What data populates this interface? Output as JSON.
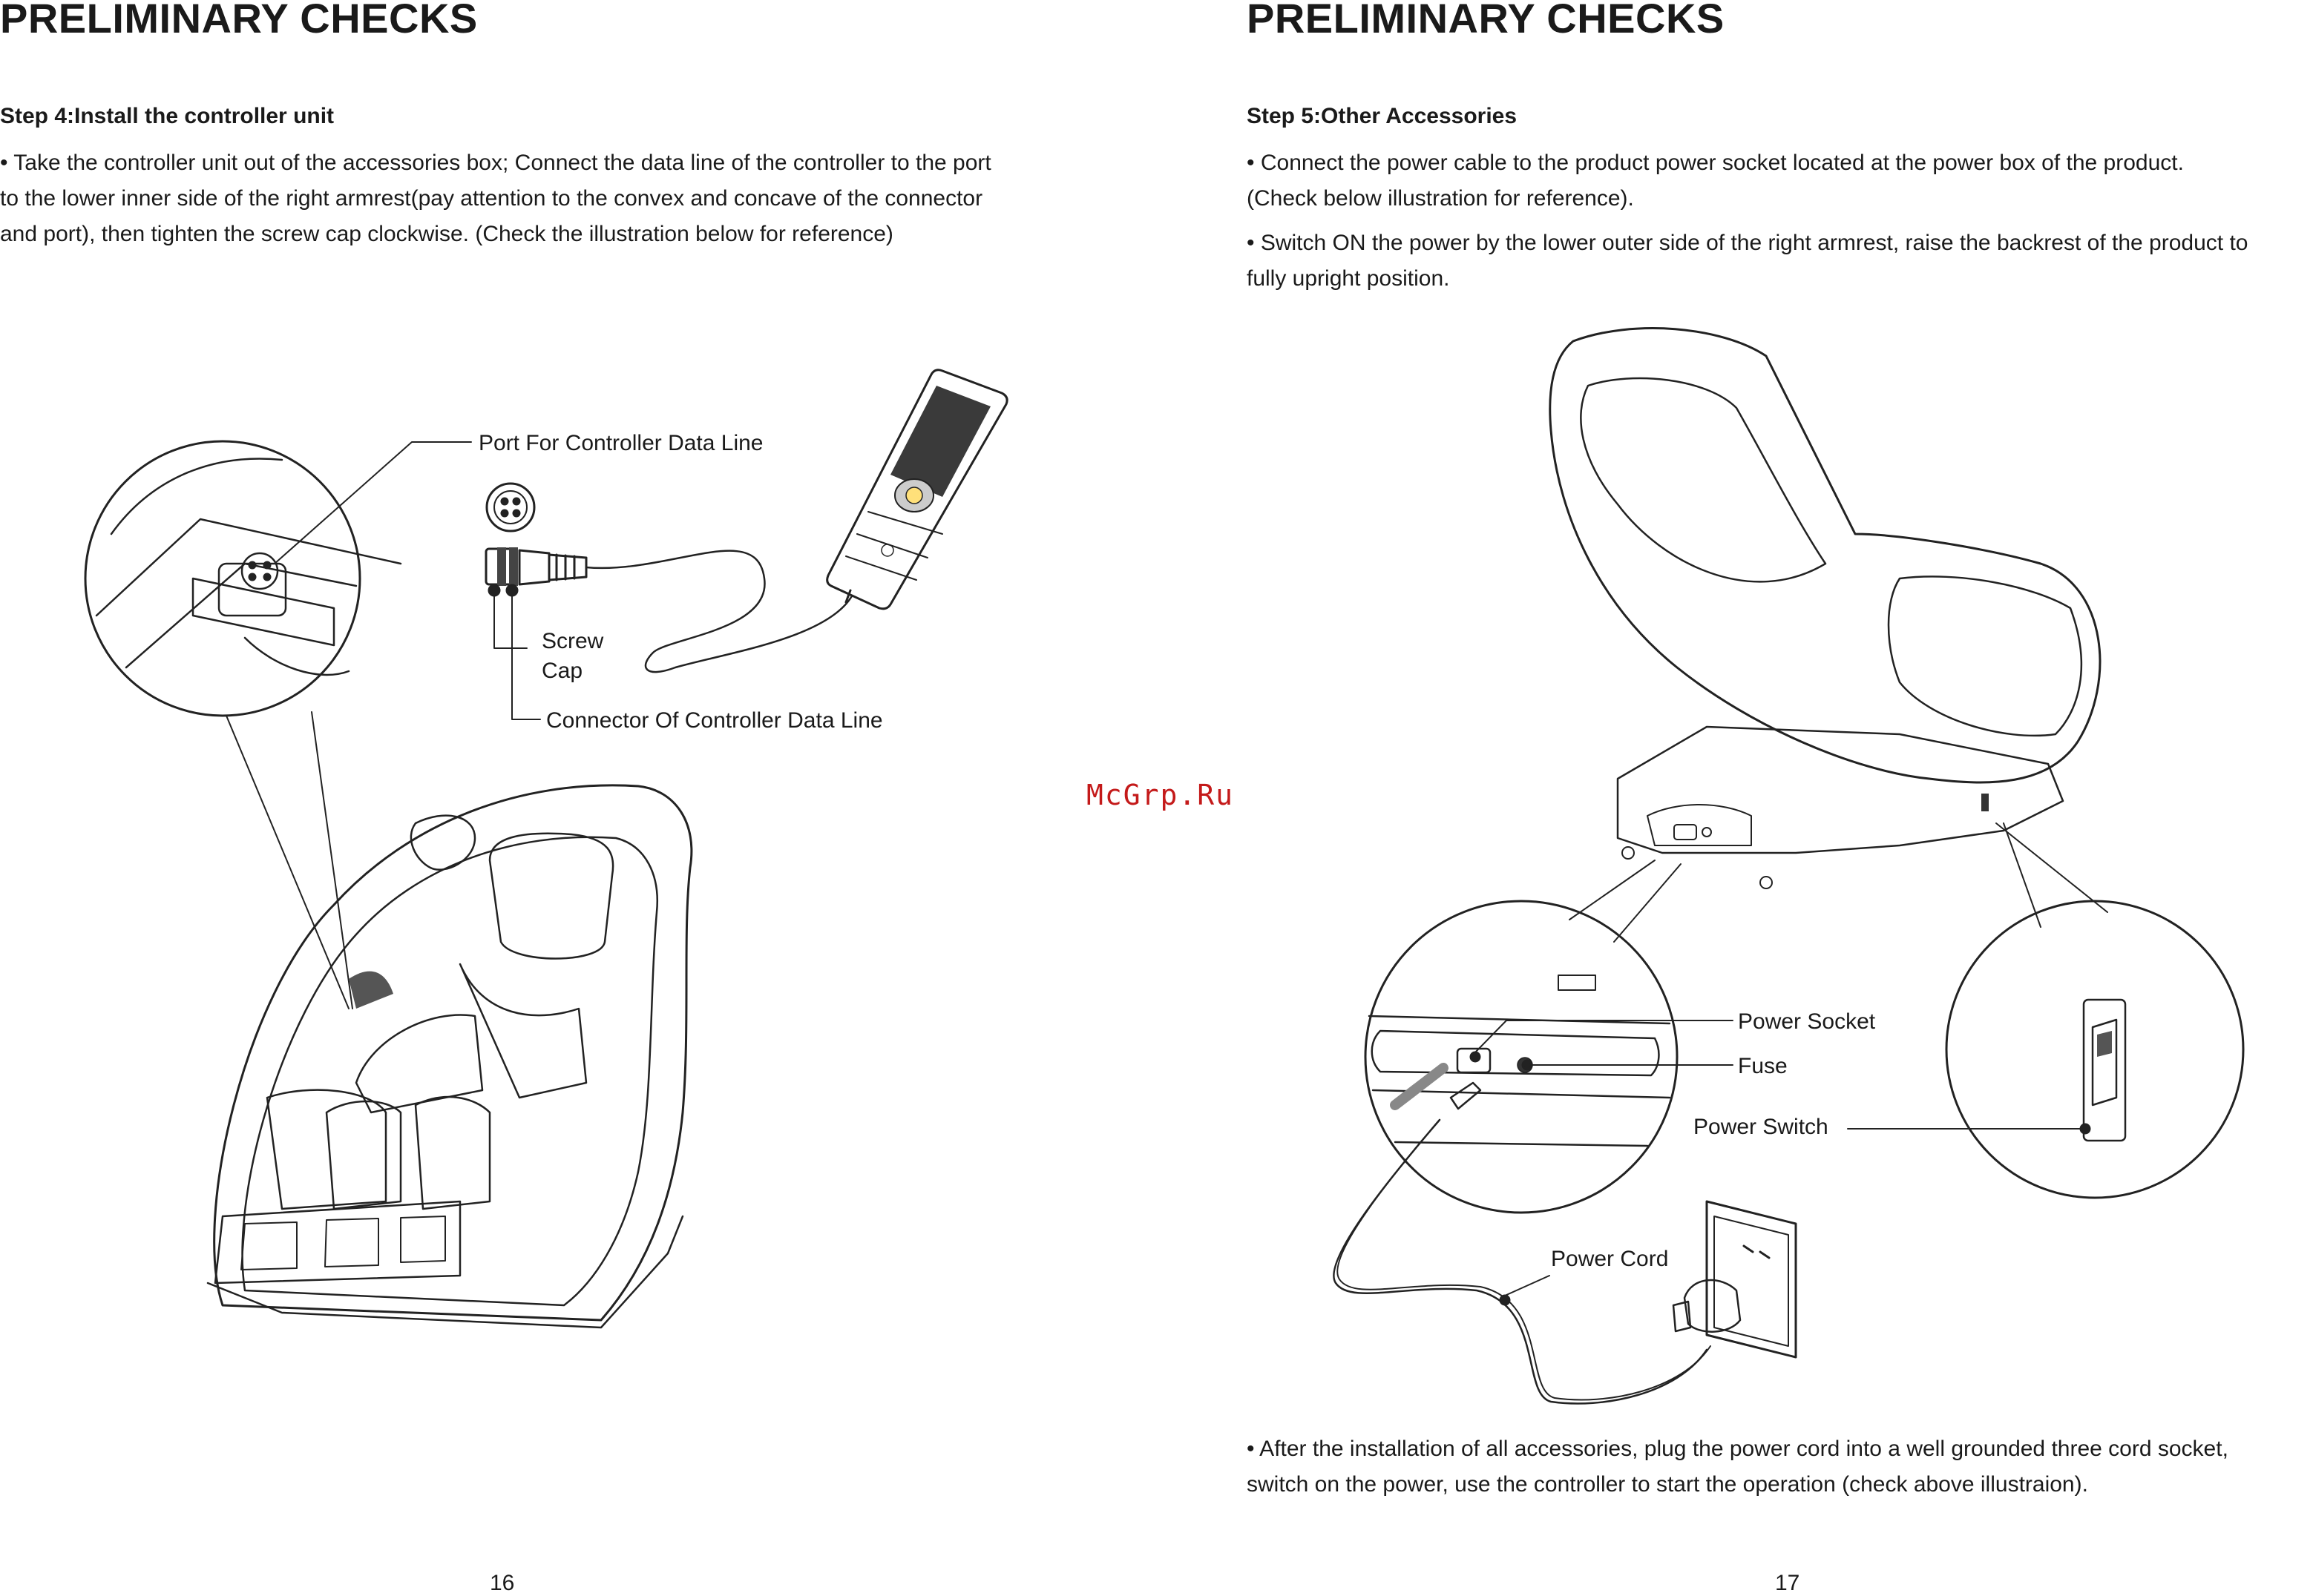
{
  "left_page": {
    "heading": "PRELIMINARY CHECKS",
    "step_title": "Step 4:Install the controller unit",
    "paragraph_lines": [
      "• Take the controller unit out of the accessories box; Connect the data line of the controller to the port",
      "to the lower inner side of the right armrest(pay attention to the convex and concave of the connector",
      "and port), then tighten the screw cap clockwise. (Check the illustration below for reference)"
    ],
    "labels": {
      "port": "Port For Controller Data Line",
      "screw_line1": "Screw",
      "screw_line2": "Cap",
      "connector": "Connector Of Controller Data Line"
    },
    "page_number": "16"
  },
  "right_page": {
    "heading": "PRELIMINARY CHECKS",
    "step_title": "Step 5:Other Accessories",
    "paragraph1_lines": [
      "• Connect the power cable to the product power socket located at the power box of the product.",
      "(Check below illustration for reference)."
    ],
    "paragraph2_lines": [
      "• Switch ON the power by the lower outer side of the right armrest, raise the backrest of the product to",
      "fully upright position."
    ],
    "paragraph3_lines": [
      "• After the installation of all accessories, plug the power cord into a well grounded three cord socket,",
      "switch on the power, use the controller to start the operation (check above illustraion)."
    ],
    "labels": {
      "power_socket": "Power Socket",
      "fuse": "Fuse",
      "power_switch": "Power Switch",
      "power_cord": "Power Cord"
    },
    "page_number": "17"
  },
  "watermark": "McGrp.Ru",
  "colors": {
    "text": "#1a1a1a",
    "watermark": "#c41a1a",
    "line": "#222222"
  }
}
